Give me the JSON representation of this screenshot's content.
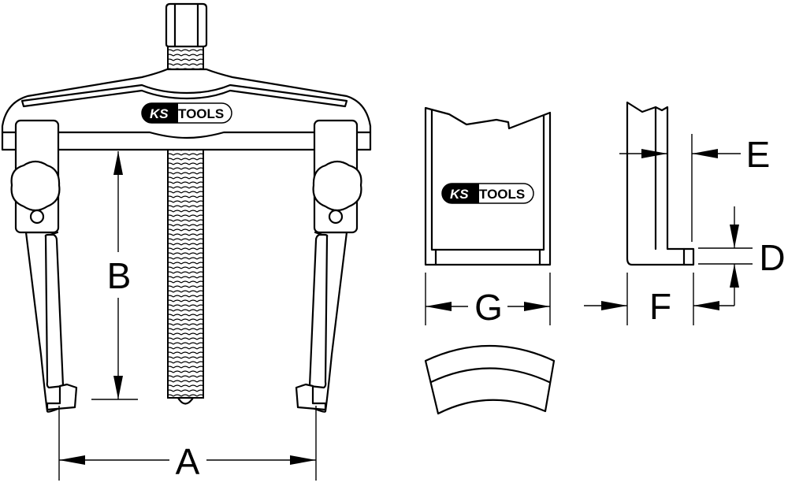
{
  "logo": {
    "brand_left": "KS",
    "brand_right": "TOOLS",
    "colors": {
      "dark": "#000000",
      "light": "#ffffff"
    }
  },
  "dimensions": {
    "a": "A",
    "b": "B",
    "d": "D",
    "e": "E",
    "f": "F",
    "g": "G"
  },
  "line_color": "#000000"
}
